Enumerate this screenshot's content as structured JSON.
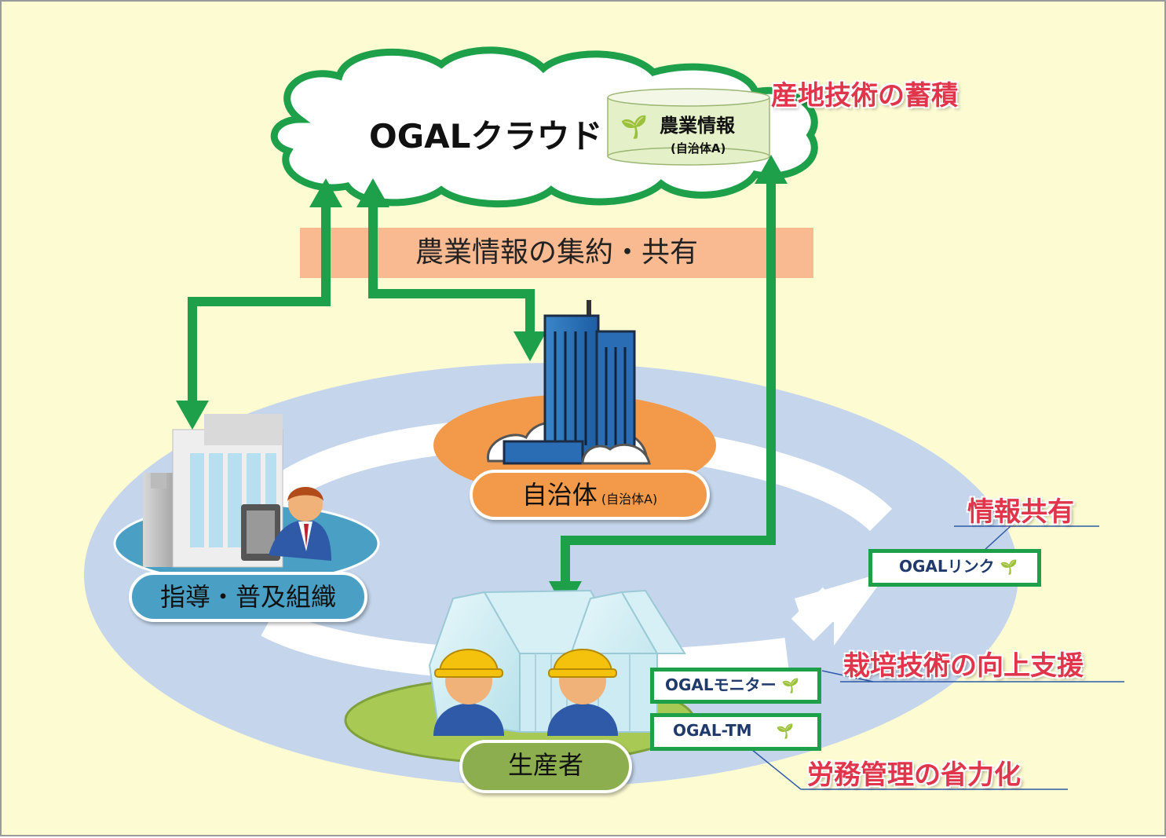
{
  "cloud": {
    "title": "OGALクラウド",
    "database": {
      "title": "農業情報",
      "subtitle": "(自治体A)"
    }
  },
  "labels": {
    "accumulation": "産地技術の蓄積",
    "aggregation": "農業情報の集約・共有",
    "info_sharing": "情報共有",
    "cultivation_support": "栽培技術の向上支援",
    "labor_saving": "労務管理の省力化"
  },
  "nodes": {
    "guidance": {
      "label": "指導・普及組織"
    },
    "local_gov": {
      "label": "自治体",
      "sub": "(自治体A)"
    },
    "producer": {
      "label": "生産者"
    }
  },
  "products": {
    "link": "OGALリンク",
    "monitor": "OGALモニター",
    "tm": "OGAL-TM"
  },
  "colors": {
    "background": "#fdfbd2",
    "arrow_green": "#1ea04a",
    "banner": "#f9b28a",
    "ellipse": "#c5d6ec",
    "red_label": "#e0354a",
    "guidance": "#4aa0c4",
    "local_gov": "#f39a4a",
    "producer": "#8cae4e"
  },
  "icons": [
    "cloud-icon",
    "database-icon",
    "office-building-icon",
    "skyscraper-icon",
    "greenhouse-icon",
    "worker-icon",
    "person-at-computer-icon",
    "wheelbarrow-icon"
  ]
}
